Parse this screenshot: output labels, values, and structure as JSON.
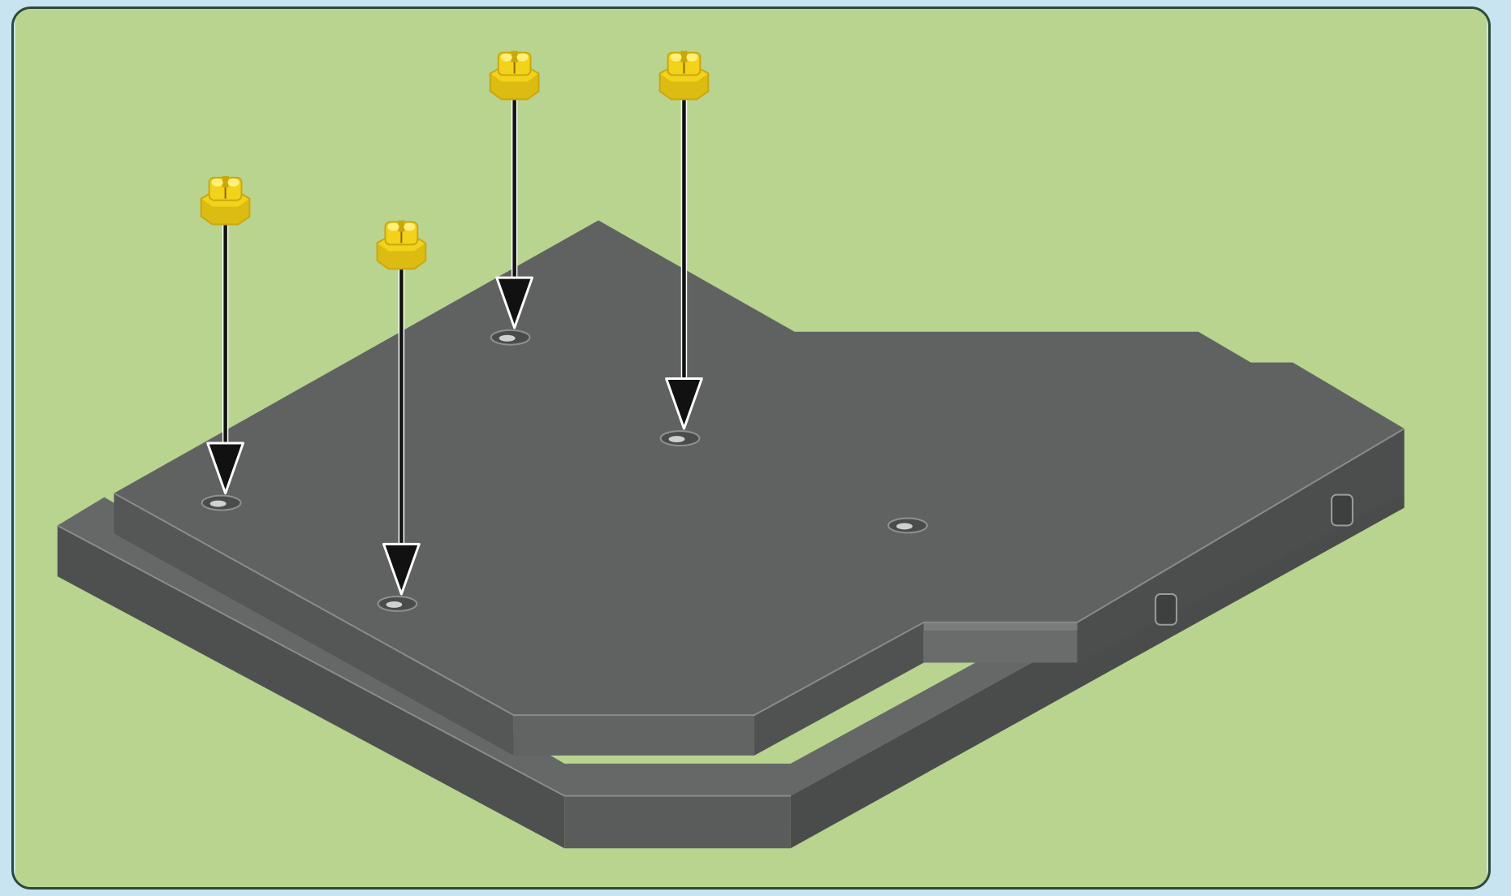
{
  "diagram": {
    "colors": {
      "page_background": "#c7e4f0",
      "panel_background": "#b8d48f",
      "panel_border": "#2f4a3a",
      "plate_top": "#606262",
      "plate_side": "#4e5050",
      "plate_side_light": "#6e7070",
      "plate_edge_highlight": "#8a8c8c",
      "nut_fill": "#f2d21a",
      "nut_shadow": "#caa80c",
      "nut_highlight": "#fff07a",
      "arrow_fill": "#111111",
      "arrow_stroke": "#ffffff"
    },
    "fasteners": [
      {
        "name": "nut-1",
        "icon": "hex-nut-icon"
      },
      {
        "name": "nut-2",
        "icon": "hex-nut-icon"
      },
      {
        "name": "nut-3",
        "icon": "hex-nut-icon"
      },
      {
        "name": "nut-4",
        "icon": "hex-nut-icon"
      }
    ],
    "holes_count": 5
  }
}
